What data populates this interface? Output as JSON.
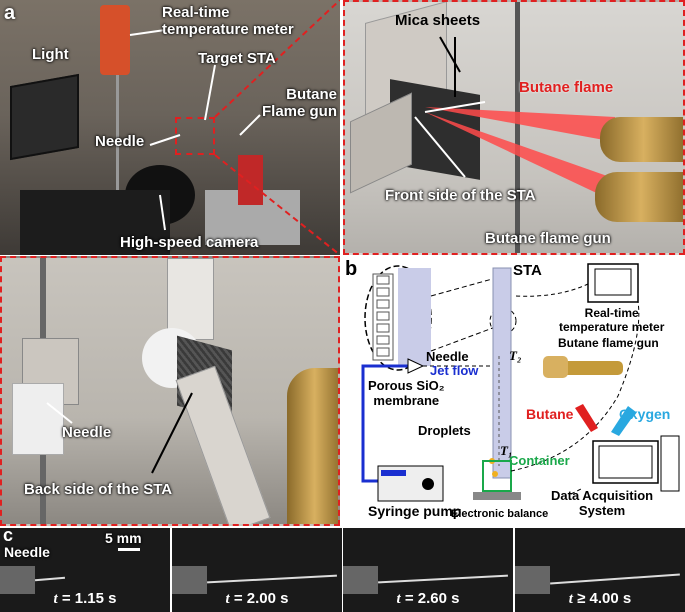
{
  "panel_a": {
    "letter": "a",
    "labels": {
      "light": "Light",
      "meter": "Real-time\ntemperature meter",
      "target": "Target STA",
      "flame_gun": "Butane\nFlame gun",
      "needle": "Needle",
      "camera": "High-speed camera"
    }
  },
  "panel_zoom": {
    "labels": {
      "mica": "Mica sheets",
      "butane_flame": "Butane flame",
      "front": "Front side of the STA",
      "gun": "Butane flame gun"
    }
  },
  "panel_back": {
    "labels": {
      "needle": "Needle",
      "back": "Back side of the STA"
    }
  },
  "panel_b": {
    "letter": "b",
    "labels": {
      "sta": "STA",
      "meter": "Real-time\ntemperature meter",
      "gun": "Butane flame gun",
      "needle": "Needle",
      "jet": "Jet flow",
      "porous": "Porous SiO₂\nmembrane",
      "t2": "T₂",
      "t1": "T₁",
      "droplets": "Droplets",
      "container": "Container",
      "butane": "Butane",
      "oxygen": "Oxygen",
      "syringe": "Syringe pump",
      "balance": "Electronic balance",
      "daq": "Data Acquisition\nSystem"
    },
    "colors": {
      "jet": "#1a2fd0",
      "butane": "#e02020",
      "oxygen": "#29a8e0",
      "container": "#1aa84a"
    }
  },
  "panel_c": {
    "letter": "c",
    "needle": "Needle",
    "scale": "5 mm",
    "frames": [
      {
        "t": "1.15 s",
        "prefix": "= "
      },
      {
        "t": "2.00 s",
        "prefix": "= "
      },
      {
        "t": "2.60 s",
        "prefix": "= "
      },
      {
        "t": "4.00 s",
        "prefix": "≥ "
      }
    ]
  }
}
